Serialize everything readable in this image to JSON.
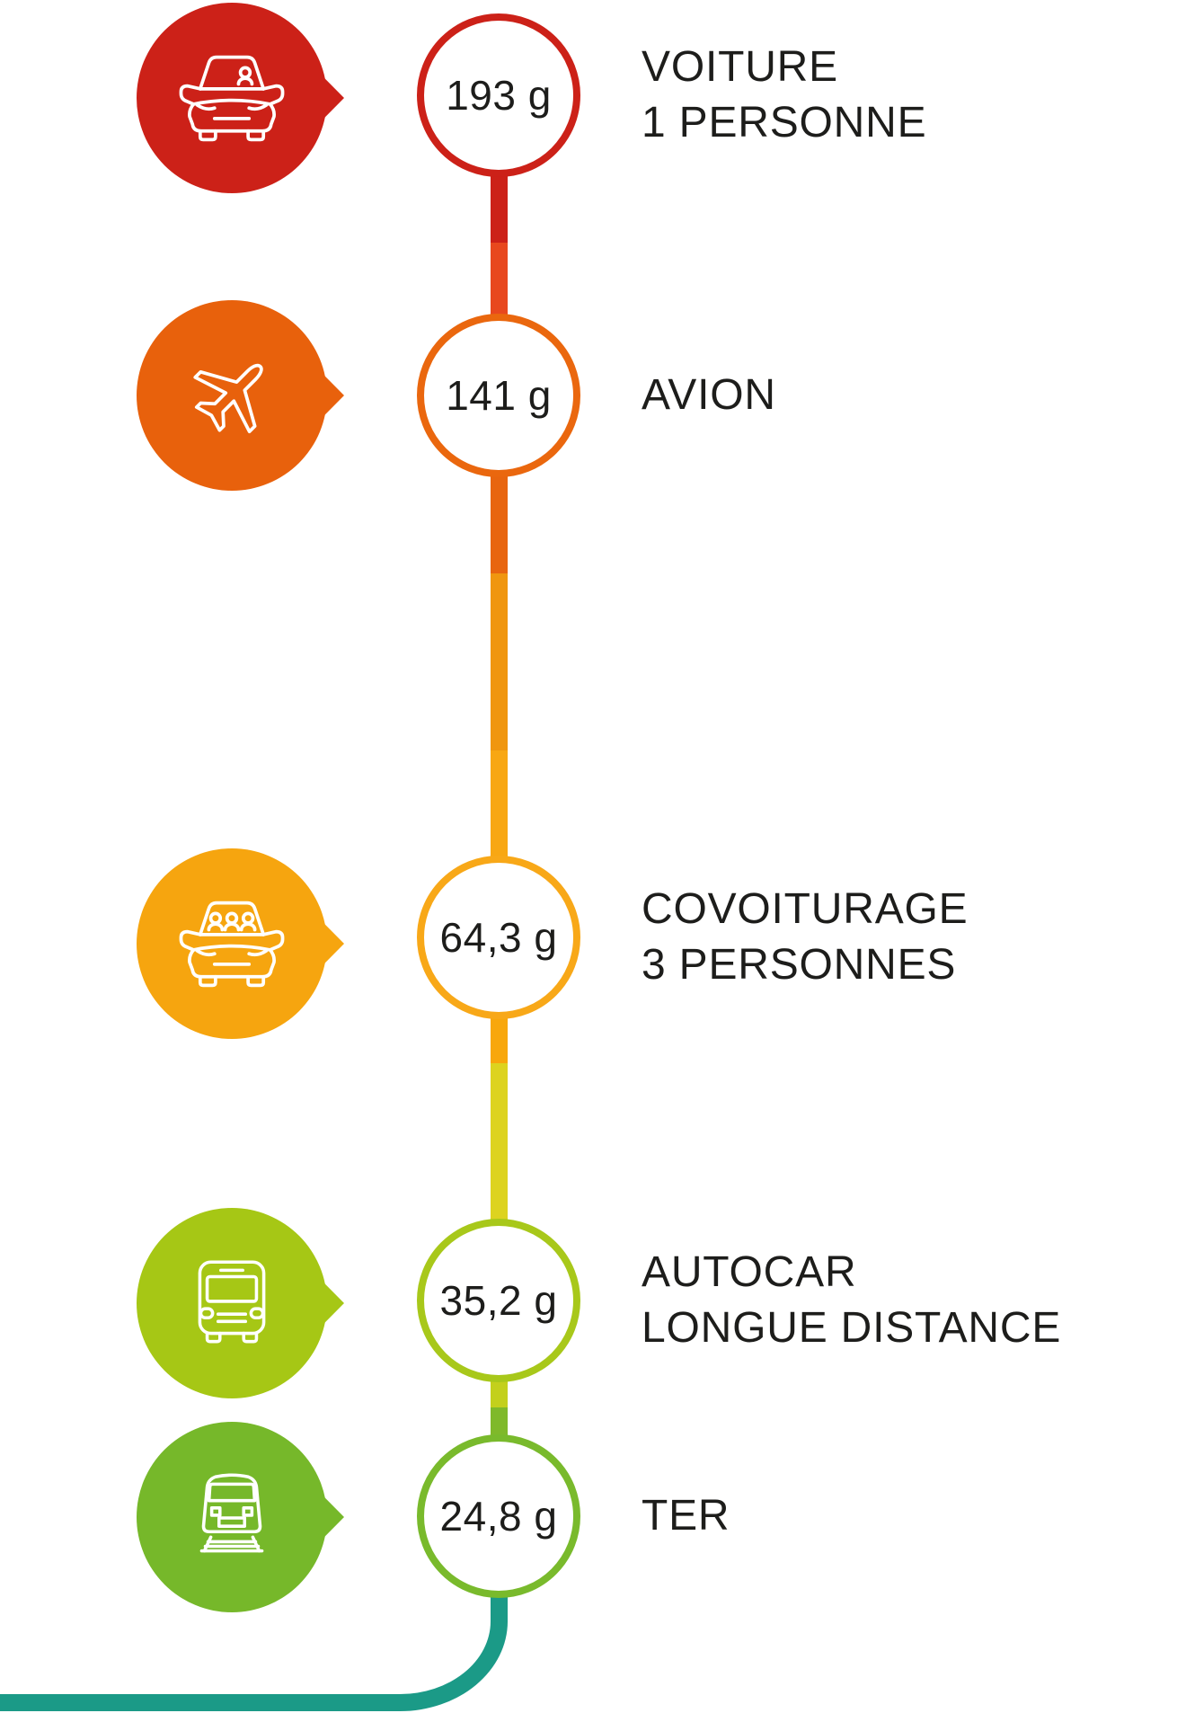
{
  "chart_data": {
    "type": "bar",
    "title": "",
    "xlabel": "",
    "ylabel": "",
    "unit": "g",
    "categories": [
      "VOITURE 1 PERSONNE",
      "AVION",
      "COVOITURAGE 3 PERSONNES",
      "AUTOCAR LONGUE DISTANCE",
      "TER"
    ],
    "values": [
      193,
      141,
      64.3,
      35.2,
      24.8
    ],
    "value_labels": [
      "193 g",
      "141 g",
      "64,3 g",
      "35,2 g",
      "24,8 g"
    ],
    "legend_position": "none",
    "grid": false
  },
  "rows": [
    {
      "transport": "voiture",
      "icon": "car-icon",
      "value": "193 g",
      "label_lines": [
        "VOITURE",
        "1 PERSONNE"
      ],
      "bubble_color": "#cc2118",
      "circle_color": "#cc2118"
    },
    {
      "transport": "avion",
      "icon": "plane-icon",
      "value": "141 g",
      "label_lines": [
        "AVION",
        ""
      ],
      "bubble_color": "#e8610c",
      "circle_color": "#ea670e"
    },
    {
      "transport": "covoiturage",
      "icon": "carpool-car-icon",
      "value": "64,3 g",
      "label_lines": [
        "COVOITURAGE",
        "3 PERSONNES"
      ],
      "bubble_color": "#f6a50f",
      "circle_color": "#f8a818"
    },
    {
      "transport": "autocar",
      "icon": "bus-icon",
      "value": "35,2 g",
      "label_lines": [
        "AUTOCAR",
        "LONGUE DISTANCE"
      ],
      "bubble_color": "#a6c715",
      "circle_color": "#a8c81a"
    },
    {
      "transport": "ter",
      "icon": "train-icon",
      "value": "24,8 g",
      "label_lines": [
        "TER",
        ""
      ],
      "bubble_color": "#76b82a",
      "circle_color": "#79ba2c"
    }
  ],
  "line": {
    "segments": [
      {
        "color": "#cc2118"
      },
      {
        "color": "#e8481e"
      },
      {
        "color": "#e8650f"
      },
      {
        "color": "#f0960f"
      },
      {
        "color": "#f8a713"
      },
      {
        "color": "#f8a70c"
      },
      {
        "color": "#ddd31f"
      },
      {
        "color": "#c3d01c"
      },
      {
        "color": "#7fb92a"
      }
    ],
    "curve_color": "#1b9a87"
  }
}
